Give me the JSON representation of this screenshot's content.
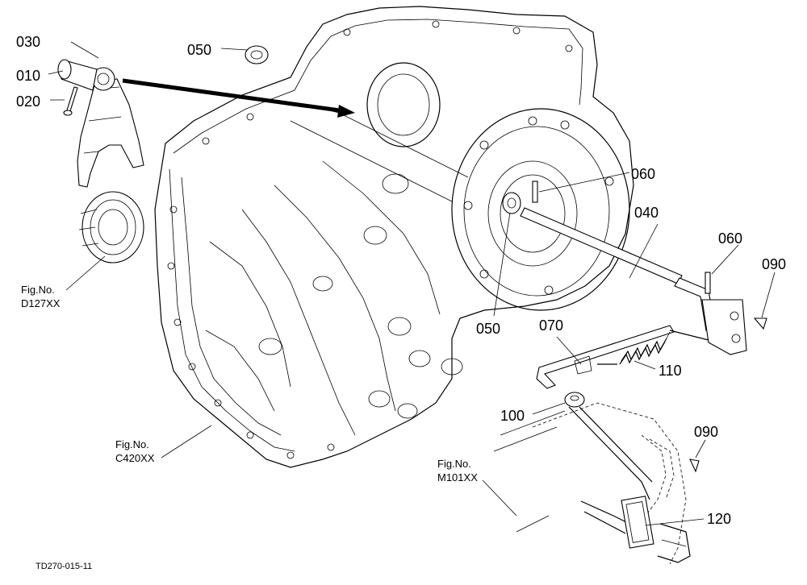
{
  "callouts": {
    "p030": "030",
    "p010": "010",
    "p020": "020",
    "p050a": "050",
    "p060a": "060",
    "p040": "040",
    "p060b": "060",
    "p090a": "090",
    "p050b": "050",
    "p070": "070",
    "p110": "110",
    "p100": "100",
    "p090b": "090",
    "p120": "120"
  },
  "figrefs": {
    "d127": {
      "line1": "Fig.No.",
      "line2": "D127XX"
    },
    "c420": {
      "line1": "Fig.No.",
      "line2": "C420XX"
    },
    "m101": {
      "line1": "Fig.No.",
      "line2": "M101XX"
    }
  },
  "drawing_code": "TD270-015-11"
}
